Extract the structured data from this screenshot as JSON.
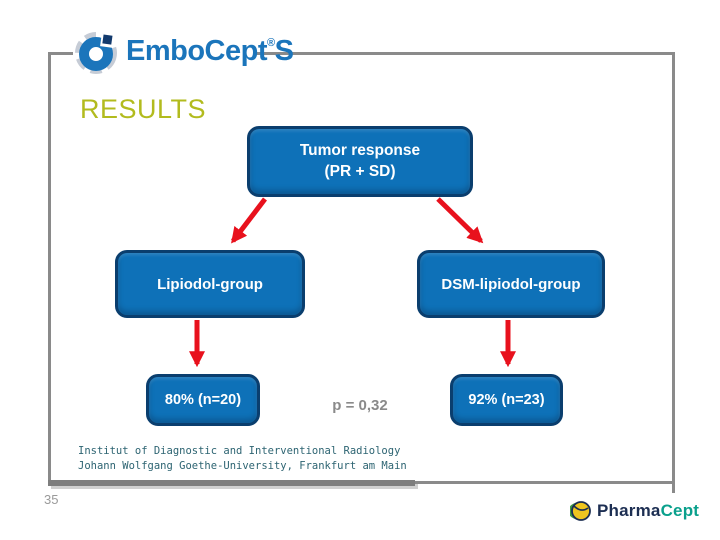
{
  "slide": {
    "title": "RESULTS",
    "page_number": "35"
  },
  "logo_embocept": {
    "text": "EmboCept",
    "reg": "®",
    "suffix": "S"
  },
  "flowchart": {
    "root": {
      "line1": "Tumor response",
      "line2": "(PR + SD)"
    },
    "left_group": "Lipiodol-group",
    "right_group": "DSM-lipiodol-group",
    "left_result": "80% (n=20)",
    "right_result": "92% (n=23)",
    "p_value": "p = 0,32"
  },
  "footer": {
    "line1": "Institut of Diagnostic and Interventional Radiology",
    "line2": "Johann Wolfgang Goethe-University, Frankfurt am Main"
  },
  "logo_pharmacept": {
    "part1": "Pharma",
    "part2": "Cept"
  },
  "colors": {
    "box_fill": "#0e71b8",
    "box_border": "#0a3e6e",
    "arrow_red": "#e8111d",
    "title_green": "#b2bb1e",
    "frame_gray": "#8a8a8a",
    "footer_teal": "#2d6472",
    "p_value_gray": "#8a8a8a",
    "embocept_blue": "#1b75bb",
    "pharmacept_navy": "#1c2e52",
    "pharmacept_teal": "#0aa08c"
  }
}
